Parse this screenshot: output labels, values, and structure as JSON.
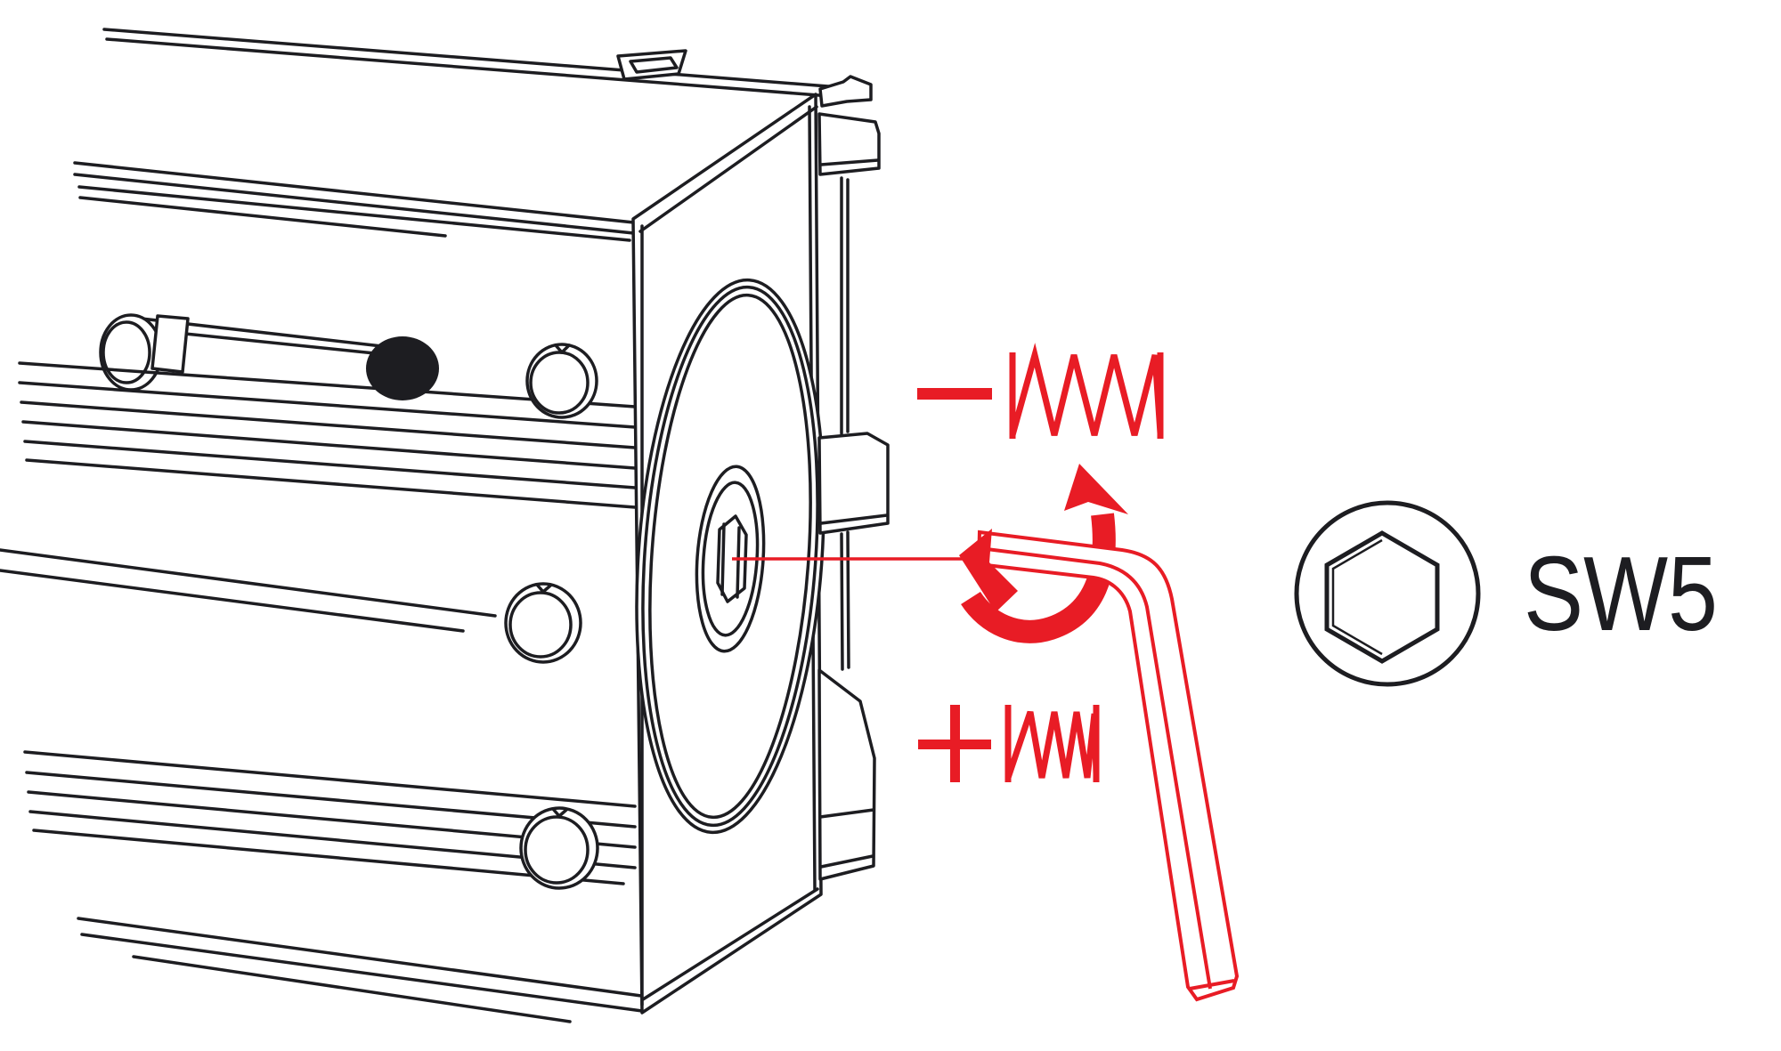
{
  "diagram": {
    "background_color": "#ffffff",
    "ink_color": "#1d1d21",
    "accent_color": "#e81c25",
    "tool_legend": {
      "label": "SW5",
      "symbol": "hex-socket-in-circle"
    },
    "adjustments": {
      "decrease": {
        "sign": "−",
        "spring_state": "extended-spring"
      },
      "increase": {
        "sign": "+",
        "spring_state": "compressed-spring"
      }
    },
    "annotations": {
      "leader_line": "from-adjustment-screw-to-allen-key",
      "rotation_arrow": "turn-both-directions"
    },
    "icons": [
      "allen-key-icon",
      "rotation-arrow-icon",
      "minus-icon",
      "plus-icon",
      "spring-extended-icon",
      "spring-compressed-icon",
      "hex-socket-circle-icon"
    ]
  }
}
